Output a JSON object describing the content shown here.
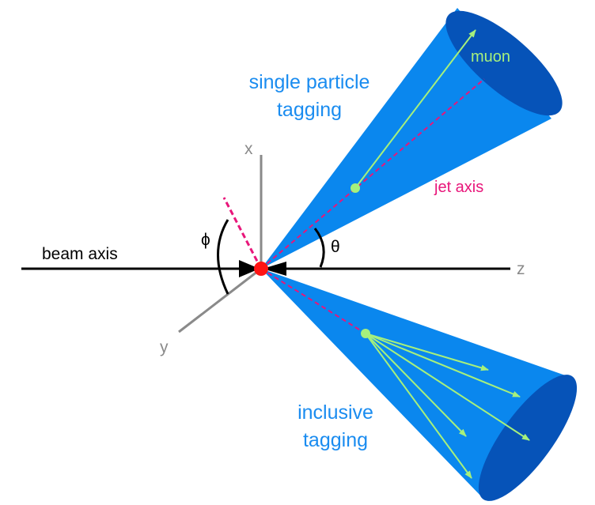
{
  "labels": {
    "single_tag_line1": "single particle",
    "single_tag_line2": "tagging",
    "inclusive_line1": "inclusive",
    "inclusive_line2": "tagging",
    "muon": "muon",
    "jet_axis": "jet axis",
    "beam_axis": "beam axis",
    "x_axis": "x",
    "y_axis": "y",
    "z_axis": "z",
    "theta": "θ",
    "phi": "ϕ"
  },
  "colors": {
    "cone_fill": "#0a87ee",
    "cone_end": "#0653b8",
    "track": "#a6f07c",
    "jet_axis_line": "#e8167a",
    "vertex": "#ff1414",
    "beam": "#000000",
    "axes": "#8a8a8a"
  }
}
